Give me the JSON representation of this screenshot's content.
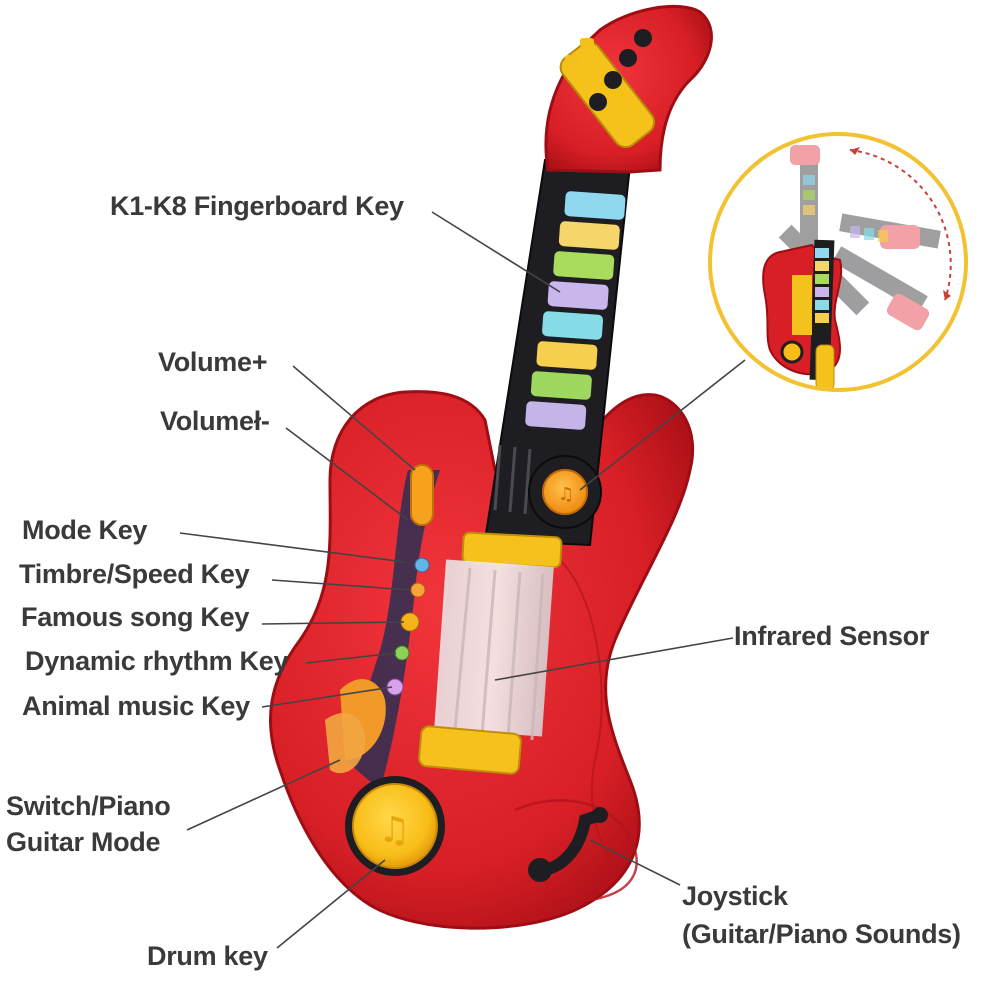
{
  "labels": {
    "fingerboard": "K1-K8 Fingerboard Key",
    "volume_up": "Volume+",
    "volume_down": "Volumeł-",
    "mode": "Mode Key",
    "timbre": "Timbre/Speed Key",
    "famous_song": "Famous song Key",
    "dynamic_rhythm": "Dynamic rhythm Key",
    "animal_music": "Animal music Key",
    "switch_line1": "Switch/Piano",
    "switch_line2": "Guitar Mode",
    "drum": "Drum key",
    "infrared": "Infrared Sensor",
    "joystick_line1": "Joystick",
    "joystick_line2": "(Guitar/Piano Sounds)"
  },
  "colors": {
    "body_red": "#d81f26",
    "body_dark": "#a80f16",
    "neck": "#1e1e22",
    "accent_yellow": "#f5c21b",
    "accent_orange": "#f39a1c",
    "key_colors": [
      "#8fd8f0",
      "#f6d56a",
      "#a9dc5c",
      "#c9b6ec",
      "#86dde8",
      "#f6cf4e",
      "#9ed85e",
      "#c4b4ea"
    ],
    "label_text": "#3a3a3a",
    "leader_line": "#444444"
  },
  "icons": [
    "guitar-illustration",
    "rotation-inset-illustration",
    "music-note-icon"
  ]
}
